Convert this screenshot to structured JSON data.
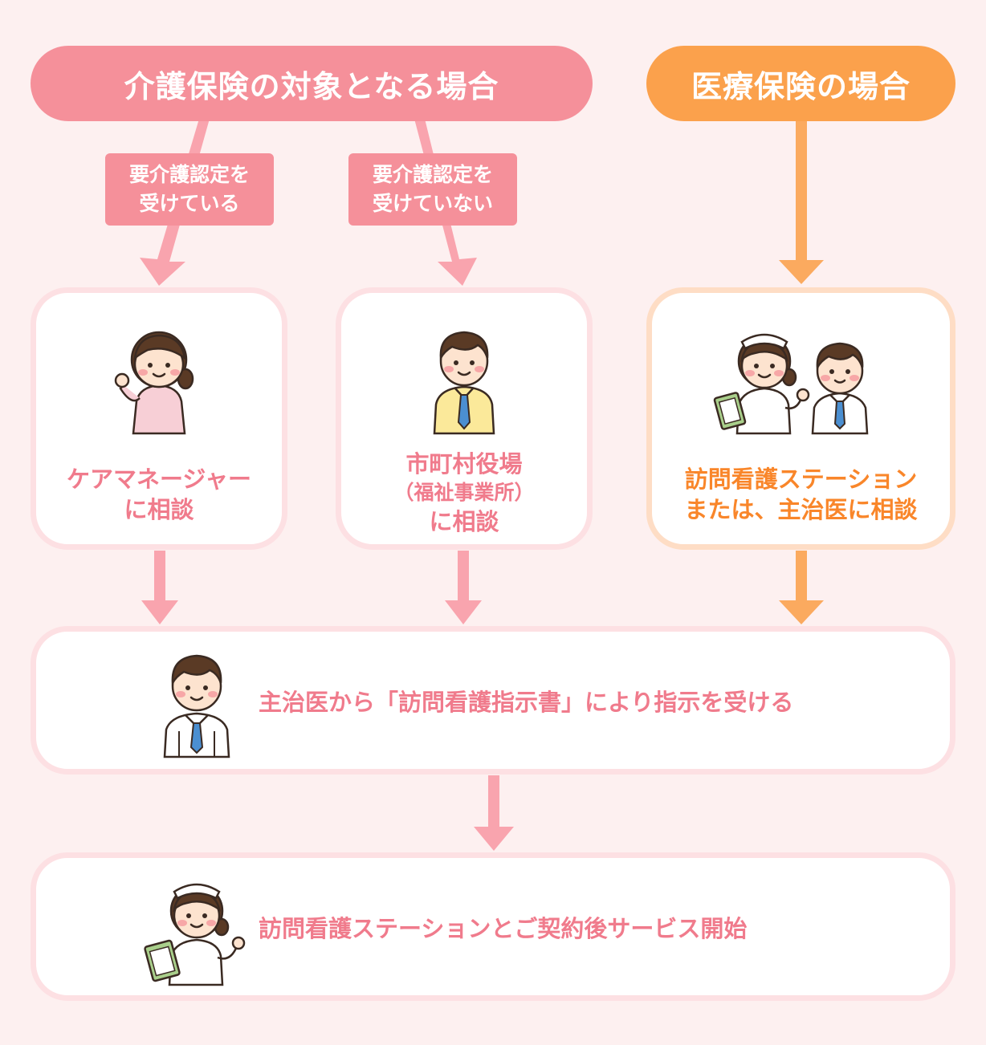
{
  "headers": {
    "care": "介護保険の対象となる場合",
    "medical": "医療保険の場合"
  },
  "tags": [
    {
      "line1": "要介護認定を",
      "line2": "受けている"
    },
    {
      "line1": "要介護認定を",
      "line2": "受けていない"
    }
  ],
  "cards": [
    {
      "lines": [
        "ケアマネージャー",
        "に相談"
      ],
      "figure": "woman-waving"
    },
    {
      "line1": "市町村役場",
      "line2": "（福祉事業所）",
      "line3": "に相談",
      "figure": "man-yellow-shirt"
    },
    {
      "lines": [
        "訪問看護ステーション",
        "または、主治医に相談"
      ],
      "figure": "nurse-and-doctor"
    }
  ],
  "steps": [
    {
      "text": "主治医から「訪問看護指示書」により指示を受ける",
      "figure": "doctor"
    },
    {
      "text": "訪問看護ステーションとご契約後サービス開始",
      "figure": "nurse-clipboard"
    }
  ],
  "colors": {
    "background": "#fdf0f0",
    "care_pink": "#f5909a",
    "medical_orange": "#fba14c",
    "pink_text": "#f07b8c",
    "orange_text": "#f9862a",
    "card_border_pink": "#fde0e3",
    "card_border_orange": "#feddc5",
    "arrow_pink": "#f9a4ae",
    "arrow_orange": "#fbaa5f"
  }
}
